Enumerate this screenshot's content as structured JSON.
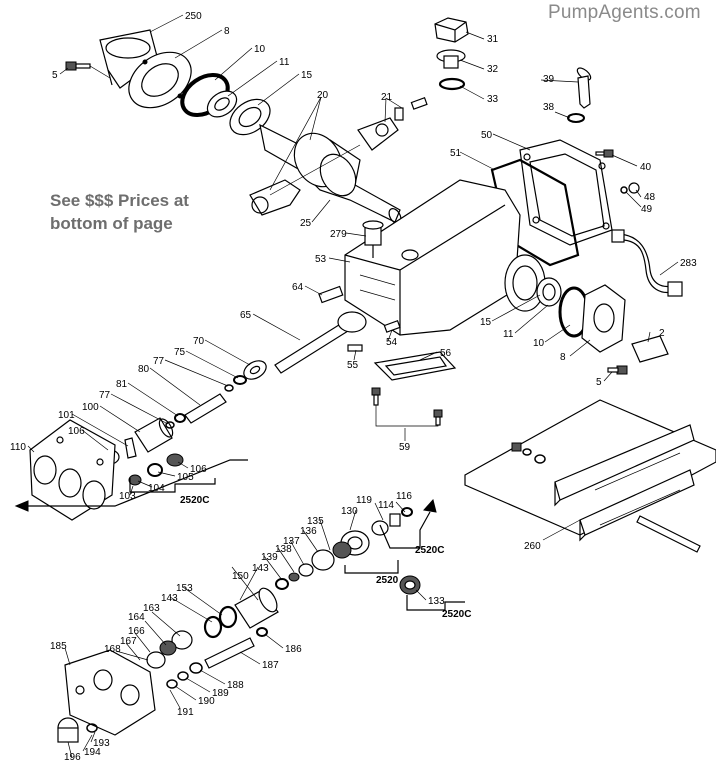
{
  "watermark": "PumpAgents.com",
  "note": {
    "line1": "See $$$ Prices at",
    "line2": "bottom of page"
  },
  "callouts": [
    {
      "id": "c250",
      "text": "250"
    },
    {
      "id": "c8a",
      "text": "8"
    },
    {
      "id": "c10a",
      "text": "10"
    },
    {
      "id": "c11a",
      "text": "11"
    },
    {
      "id": "c15a",
      "text": "15"
    },
    {
      "id": "c5a",
      "text": "5"
    },
    {
      "id": "c20",
      "text": "20"
    },
    {
      "id": "c21",
      "text": "21"
    },
    {
      "id": "c25",
      "text": "25"
    },
    {
      "id": "c31",
      "text": "31"
    },
    {
      "id": "c32",
      "text": "32"
    },
    {
      "id": "c33",
      "text": "33"
    },
    {
      "id": "c39",
      "text": "39"
    },
    {
      "id": "c38",
      "text": "38"
    },
    {
      "id": "c50",
      "text": "50"
    },
    {
      "id": "c51",
      "text": "51"
    },
    {
      "id": "c40",
      "text": "40"
    },
    {
      "id": "c48",
      "text": "48"
    },
    {
      "id": "c49",
      "text": "49"
    },
    {
      "id": "c279",
      "text": "279"
    },
    {
      "id": "c283",
      "text": "283"
    },
    {
      "id": "c53",
      "text": "53"
    },
    {
      "id": "c64",
      "text": "64"
    },
    {
      "id": "c65",
      "text": "65"
    },
    {
      "id": "c15b",
      "text": "15"
    },
    {
      "id": "c11b",
      "text": "11"
    },
    {
      "id": "c10b",
      "text": "10"
    },
    {
      "id": "c8b",
      "text": "8"
    },
    {
      "id": "c2",
      "text": "2"
    },
    {
      "id": "c5b",
      "text": "5"
    },
    {
      "id": "c54",
      "text": "54"
    },
    {
      "id": "c55",
      "text": "55"
    },
    {
      "id": "c56",
      "text": "56"
    },
    {
      "id": "c59",
      "text": "59"
    },
    {
      "id": "c70",
      "text": "70"
    },
    {
      "id": "c75",
      "text": "75"
    },
    {
      "id": "c77a",
      "text": "77"
    },
    {
      "id": "c80",
      "text": "80"
    },
    {
      "id": "c81",
      "text": "81"
    },
    {
      "id": "c77b",
      "text": "77"
    },
    {
      "id": "c100",
      "text": "100"
    },
    {
      "id": "c101",
      "text": "101"
    },
    {
      "id": "c106a",
      "text": "106"
    },
    {
      "id": "c110",
      "text": "110"
    },
    {
      "id": "c106b",
      "text": "106"
    },
    {
      "id": "c105",
      "text": "105"
    },
    {
      "id": "c104",
      "text": "104"
    },
    {
      "id": "c103",
      "text": "103"
    },
    {
      "id": "c260",
      "text": "260"
    },
    {
      "id": "c119",
      "text": "119"
    },
    {
      "id": "c116",
      "text": "116"
    },
    {
      "id": "c114",
      "text": "114"
    },
    {
      "id": "c130",
      "text": "130"
    },
    {
      "id": "c135",
      "text": "135"
    },
    {
      "id": "c136",
      "text": "136"
    },
    {
      "id": "c137",
      "text": "137"
    },
    {
      "id": "c138",
      "text": "138"
    },
    {
      "id": "c139",
      "text": "139"
    },
    {
      "id": "c143a",
      "text": "143"
    },
    {
      "id": "c150",
      "text": "150"
    },
    {
      "id": "c133",
      "text": "133"
    },
    {
      "id": "c153",
      "text": "153"
    },
    {
      "id": "c143b",
      "text": "143"
    },
    {
      "id": "c164",
      "text": "164"
    },
    {
      "id": "c163",
      "text": "163"
    },
    {
      "id": "c166",
      "text": "166"
    },
    {
      "id": "c167",
      "text": "167"
    },
    {
      "id": "c168",
      "text": "168"
    },
    {
      "id": "c185",
      "text": "185"
    },
    {
      "id": "c186",
      "text": "186"
    },
    {
      "id": "c187",
      "text": "187"
    },
    {
      "id": "c188",
      "text": "188"
    },
    {
      "id": "c189",
      "text": "189"
    },
    {
      "id": "c190",
      "text": "190"
    },
    {
      "id": "c191",
      "text": "191"
    },
    {
      "id": "c193",
      "text": "193"
    },
    {
      "id": "c194",
      "text": "194"
    },
    {
      "id": "c196",
      "text": "196"
    }
  ],
  "kits": [
    {
      "id": "k1",
      "text": "2520C"
    },
    {
      "id": "k2",
      "text": "2520C"
    },
    {
      "id": "k3",
      "text": "2520"
    },
    {
      "id": "k4",
      "text": "2520C"
    }
  ]
}
